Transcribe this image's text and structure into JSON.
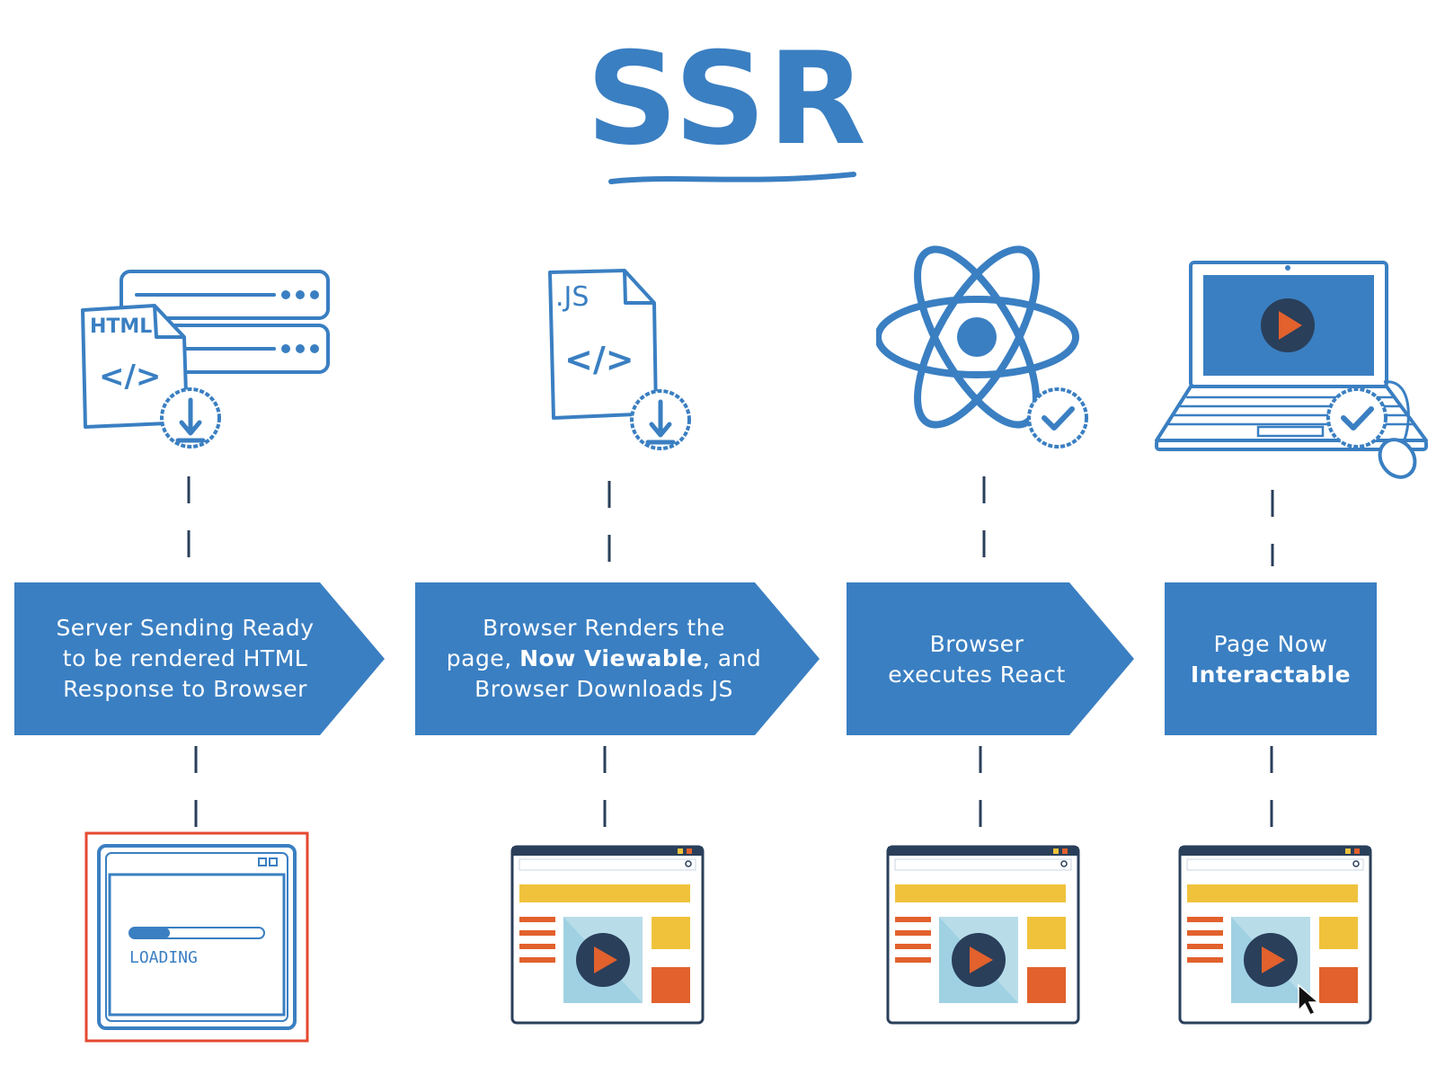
{
  "title": "SSR",
  "colors": {
    "primary_blue": "#3a7fc2",
    "dark_navy": "#2a3f5a",
    "accent_orange": "#e2612d",
    "accent_yellow": "#f0c23c",
    "light_blue": "#9fd1e3",
    "loading_border_red": "#e54a30"
  },
  "icons": {
    "html_file_label": "HTML",
    "js_file_label": ".JS",
    "code_glyph": "</>"
  },
  "steps": [
    {
      "line1": "Server Sending Ready",
      "line2": "to be rendered HTML",
      "line3": "Response to Browser"
    },
    {
      "line1": "Browser Renders the",
      "line2_pre": "page, ",
      "line2_bold": "Now Viewable",
      "line2_post": ", and",
      "line3": "Browser Downloads JS"
    },
    {
      "line1": "Browser",
      "line2": "executes React"
    },
    {
      "line1": "Page Now",
      "line2_bold": "Interactable"
    }
  ],
  "loading_label": "LOADING"
}
